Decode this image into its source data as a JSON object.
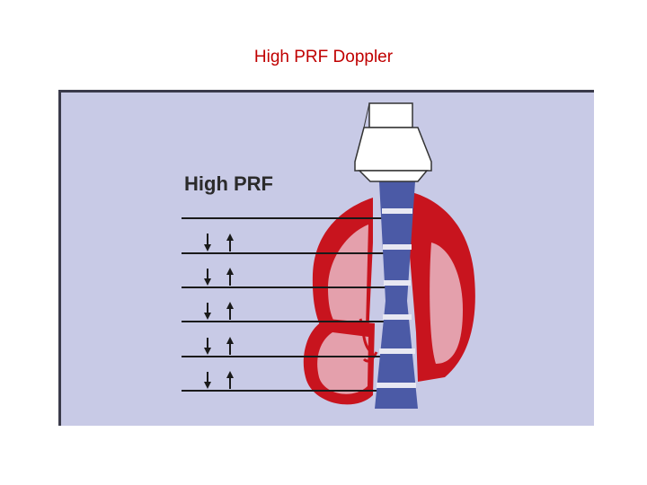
{
  "slide": {
    "title": "High PRF Doppler"
  },
  "diagram": {
    "label": "High PRF",
    "colors": {
      "background": "#c8cae6",
      "heart_wall": "#c8141e",
      "heart_chamber": "#e4a0ac",
      "beam": "#4b5aa6",
      "transducer": "#ffffff",
      "line": "#1a1a1a",
      "title": "#c00000"
    },
    "sample_volume_count": 5,
    "arrow_rows": 5
  }
}
